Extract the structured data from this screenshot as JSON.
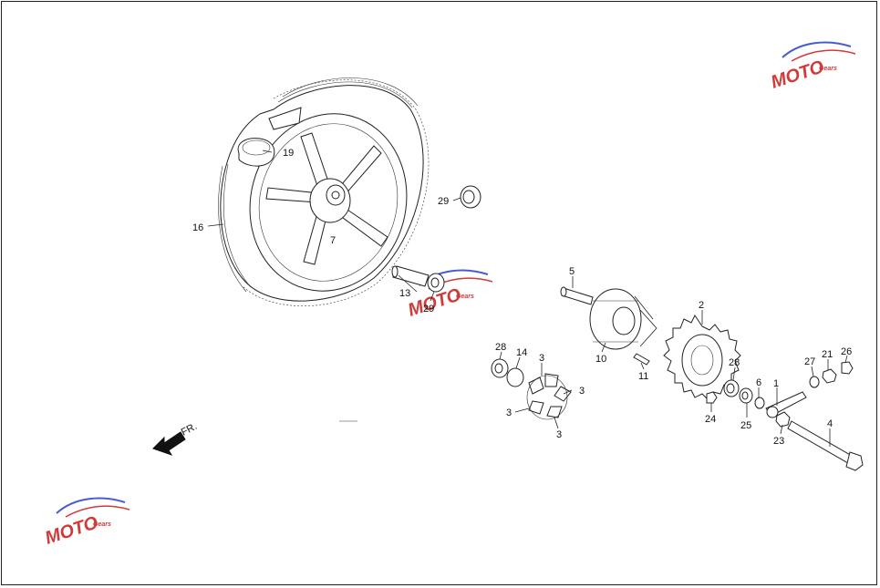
{
  "callouts": [
    "1",
    "2",
    "3",
    "3",
    "3",
    "3",
    "4",
    "5",
    "6",
    "7",
    "10",
    "11",
    "13",
    "14",
    "16",
    "19",
    "21",
    "23",
    "24",
    "25",
    "26",
    "27",
    "28",
    "28",
    "29",
    "29"
  ],
  "direction_label": "FR.",
  "watermark": {
    "text": "MOTO",
    "sub": "Gears"
  },
  "colors": {
    "line": "#222222",
    "watermark_red": "#d23a3a",
    "watermark_blue": "#4a5bd1"
  }
}
